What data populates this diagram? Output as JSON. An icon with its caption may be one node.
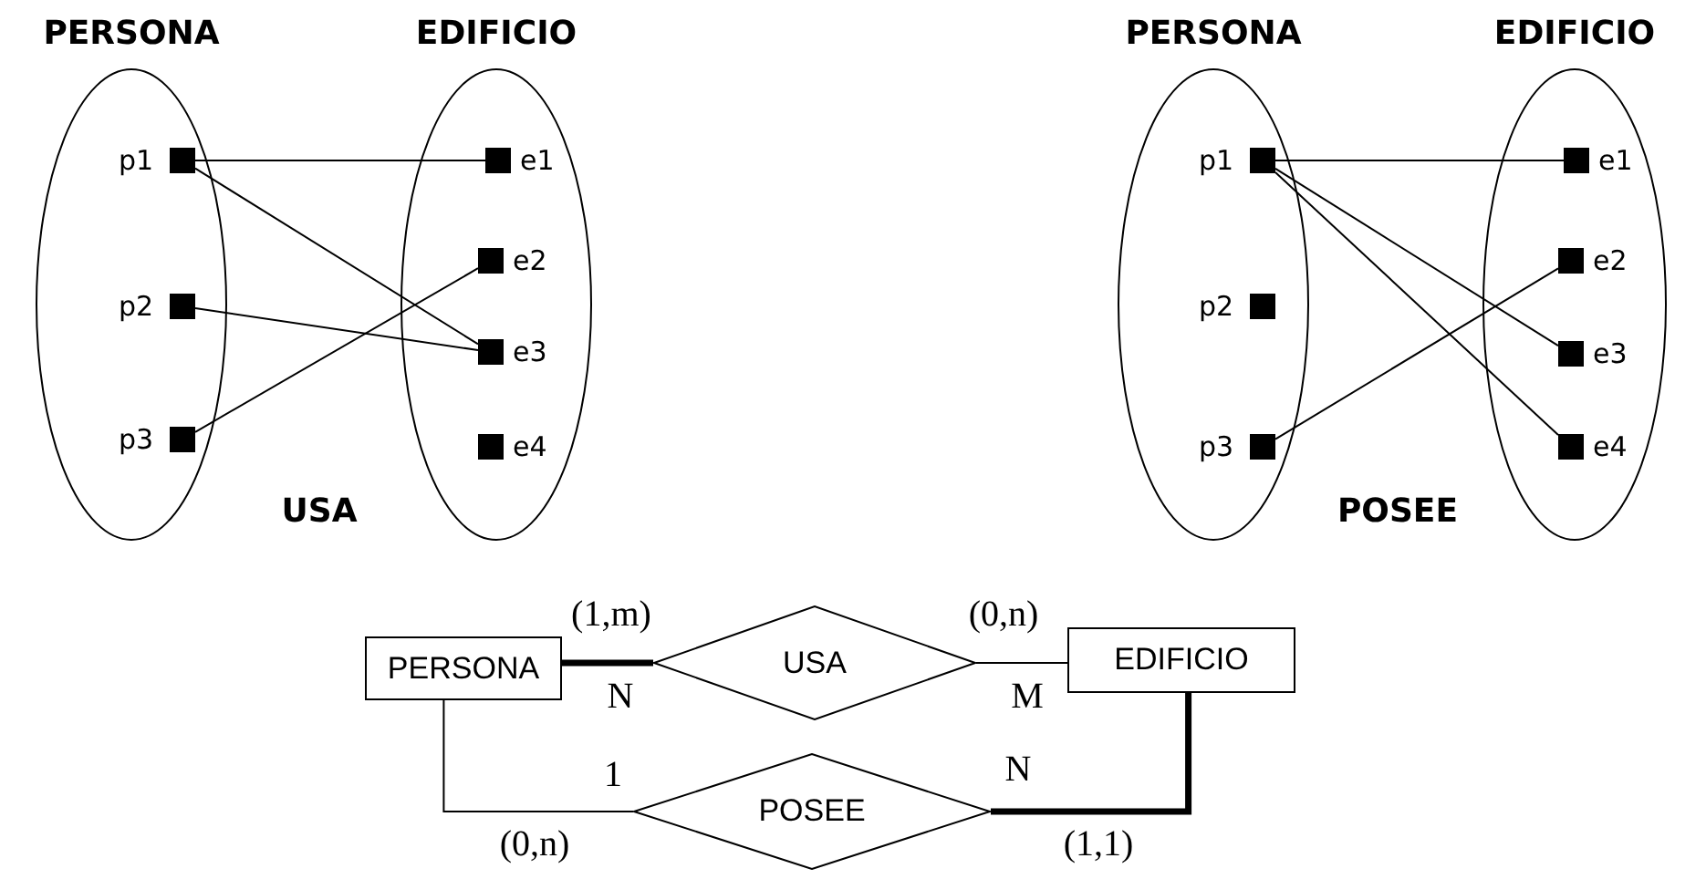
{
  "diagram": {
    "nodes": [
      {
        "text": [
          "PERSONA"
        ]
      },
      {
        "text": [
          "p1"
        ],
        "in": 0
      },
      {
        "text": [
          "p2"
        ],
        "in": 0
      },
      {
        "text": [
          "p3"
        ],
        "in": 0
      },
      {
        "text": [
          "EDIFICIO"
        ]
      },
      {
        "text": [
          "e1"
        ],
        "in": 4
      },
      {
        "text": [
          "e2"
        ],
        "in": 4
      },
      {
        "text": [
          "e3"
        ],
        "in": 4
      },
      {
        "text": [
          "e4"
        ],
        "in": 4
      },
      {
        "text": [
          "PERSONA"
        ]
      },
      {
        "text": [
          "p1"
        ],
        "in": 9
      },
      {
        "text": [
          "p2"
        ],
        "in": 9
      },
      {
        "text": [
          "p3"
        ],
        "in": 9
      },
      {
        "text": [
          "EDIFICIO"
        ]
      },
      {
        "text": [
          "e1"
        ],
        "in": 13
      },
      {
        "text": [
          "e2"
        ],
        "in": 13
      },
      {
        "text": [
          "e3"
        ],
        "in": 13
      },
      {
        "text": [
          "e4"
        ],
        "in": 13
      },
      {
        "text": [
          "PERSONA"
        ]
      },
      {
        "text": [
          "USA"
        ]
      },
      {
        "text": [
          "EDIFICIO"
        ]
      },
      {
        "text": [
          "POSEE"
        ]
      }
    ],
    "edges": [
      {
        "from": 1,
        "to": 5,
        "arrow": "none"
      },
      {
        "from": 1,
        "to": 7,
        "arrow": "none"
      },
      {
        "from": 2,
        "to": 7,
        "arrow": "none"
      },
      {
        "from": 3,
        "to": 6,
        "arrow": "none"
      },
      {
        "from": 10,
        "to": 14,
        "arrow": "none"
      },
      {
        "from": 10,
        "to": 16,
        "arrow": "none"
      },
      {
        "from": 10,
        "to": 17,
        "arrow": "none"
      },
      {
        "from": 12,
        "to": 15,
        "arrow": "none"
      },
      {
        "from": 18,
        "to": 19,
        "arrow": "none",
        "style": "thick"
      },
      {
        "from": 19,
        "to": 20,
        "arrow": "none"
      },
      {
        "from": 18,
        "to": 21,
        "arrow": "none"
      },
      {
        "from": 21,
        "to": 20,
        "arrow": "none",
        "style": "thick"
      }
    ],
    "labels": [
      "USA",
      "POSEE",
      "(1,m)",
      "(0,n)",
      "N",
      "M",
      "1",
      "N",
      "(0,n)",
      "(1,1)"
    ]
  }
}
